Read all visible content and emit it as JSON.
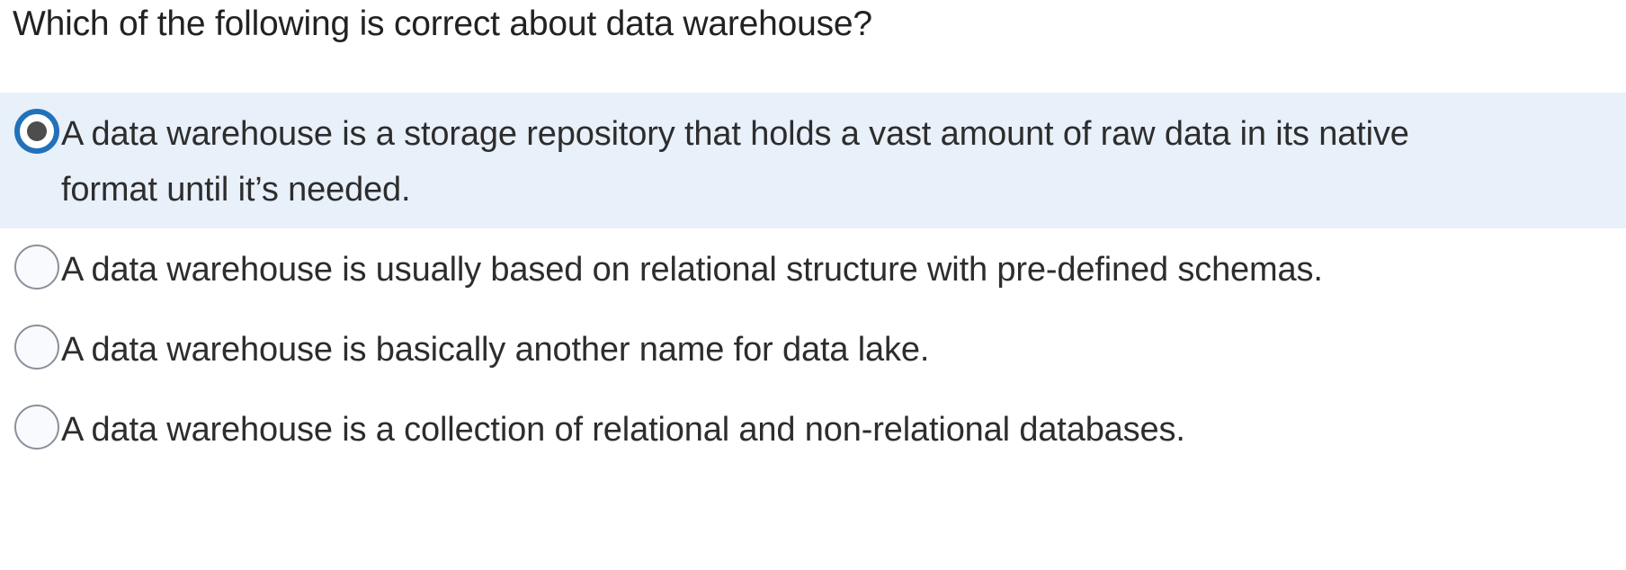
{
  "question": {
    "text": "Which of the following is correct about data warehouse?"
  },
  "colors": {
    "selected_row_background": "#e8f0fa",
    "radio_selected_ring": "#2272ba",
    "radio_selected_dot": "#4d4d4d",
    "radio_unselected_border": "#8b9099",
    "radio_unselected_fill": "#f8fafd",
    "text": "#2d2d2d",
    "page_background": "#ffffff"
  },
  "options": [
    {
      "id": "option-a",
      "label": "A data warehouse is a storage repository that holds a vast amount of raw data in its native format until it’s needed.",
      "selected": true
    },
    {
      "id": "option-b",
      "label": "A data warehouse is usually based on relational structure with pre-defined schemas.",
      "selected": false
    },
    {
      "id": "option-c",
      "label": "A data warehouse is basically another name for data lake.",
      "selected": false
    },
    {
      "id": "option-d",
      "label": "A data warehouse is a collection of relational and non-relational databases.",
      "selected": false
    }
  ]
}
